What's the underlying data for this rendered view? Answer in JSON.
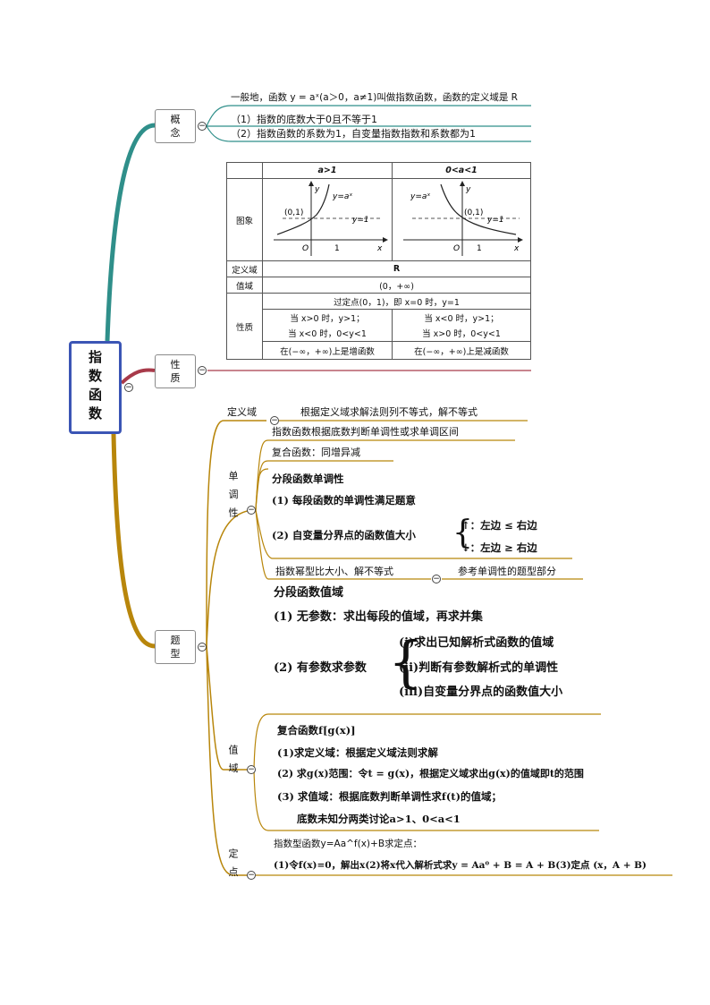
{
  "root": {
    "title": "指数函数"
  },
  "concept": {
    "label": "概\n念",
    "definition": "一般地，函数 y = aˣ(a＞0，a≠1)叫做指数函数，函数的定义域是 R",
    "note1": "（1）指数的底数大于0且不等于1",
    "note2": "（2）指数函数的系数为1，自变量指数指数和系数都为1"
  },
  "property": {
    "label": "性\n质",
    "table": {
      "col_a": "a>1",
      "col_b": "0<a<1",
      "row_graph": "图象",
      "row_domain": "定义域",
      "domain_value": "R",
      "row_range": "值域",
      "range_value": "(0，+∞)",
      "row_props": "性质",
      "fixed_point": "过定点(0，1)，即 x=0 时，y=1",
      "a_gt1_neg": "当 x>0 时，y>1；",
      "a_gt1_pos": "当 x<0 时，0<y<1",
      "a_lt1_neg": "当 x<0 时，y>1；",
      "a_lt1_pos": "当 x>0 时，0<y<1",
      "a_gt1_mono": "在(−∞，+∞)上是增函数",
      "a_lt1_mono": "在(−∞，+∞)上是减函数",
      "graph_a": {
        "func": "y=aˣ",
        "point": "(0,1)",
        "asym": "y=1",
        "origin": "O",
        "one": "1",
        "x": "x",
        "y": "y"
      },
      "graph_b": {
        "func": "y=aˣ",
        "point": "(0,1)",
        "asym": "y=1",
        "origin": "O",
        "one": "1",
        "x": "x",
        "y": "y"
      }
    }
  },
  "types": {
    "label": "题\n型",
    "domain": {
      "label": "定义域",
      "text": "根据定义域求解法则列不等式，解不等式"
    },
    "mono": {
      "label": "单\n调\n性",
      "item1": "指数函数根据底数判断单调性或求单调区间",
      "item2": "复合函数：同增异减",
      "piece_title": "分段函数单调性",
      "piece_1": "(1) 每段函数的单调性满足题意",
      "piece_2": "(2) 自变量分界点的函数值大小",
      "up": "↑：左边 ≤ 右边",
      "down": "↓：左边 ≥ 右边",
      "item4": "指数幂型比大小、解不等式",
      "item4_ref": "参考单调性的题型部分"
    },
    "range": {
      "label": "值\n域",
      "piece_title": "分段函数值域",
      "p1": "(1) 无参数：求出每段的值域，再求并集",
      "p2": "(2) 有参数求参数",
      "p2_i": "(i)求出已知解析式函数的值域",
      "p2_ii": "(ii)判断有参数解析式的单调性",
      "p2_iii": "(iii)自变量分界点的函数值大小",
      "comp_title": "复合函数f[g(x)]",
      "c1": "(1)求定义域：根据定义域法则求解",
      "c2": "(2) 求g(x)范围：令t = g(x)，根据定义域求出g(x)的值域即t的范围",
      "c3": "(3) 求值域：根据底数判断单调性求f(t)的值域；",
      "c4": "底数未知分两类讨论a>1、0<a<1"
    },
    "fixed": {
      "label": "定\n点",
      "title": "指数型函数y=Aa^f(x)+B求定点：",
      "text": "(1)令f(x)=0，解出x(2)将x代入解析式求y = Aa⁰ + B = A + B(3)定点 (x，A + B)"
    }
  },
  "colors": {
    "teal": "#2f8f8a",
    "maroon": "#a83a4a",
    "gold": "#b8860b",
    "blue": "#3b55b5"
  }
}
